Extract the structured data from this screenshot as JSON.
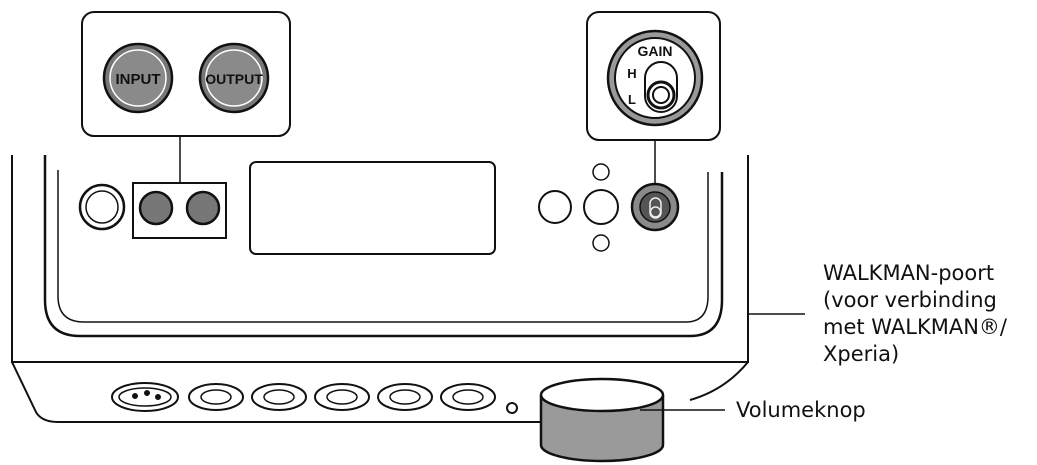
{
  "callouts": {
    "input_label": "INPUT",
    "output_label": "OUTPUT",
    "gain_label": "GAIN",
    "gain_high": "H",
    "gain_low": "L"
  },
  "labels": {
    "walkman_port": [
      "WALKMAN-poort",
      "(voor verbinding",
      "met WALKMAN®/",
      "Xperia)"
    ],
    "volume_knob": "Volumeknop"
  },
  "colors": {
    "line": "#111111",
    "button_fill": "#777777",
    "knob_fill": "#9a9a9a"
  }
}
